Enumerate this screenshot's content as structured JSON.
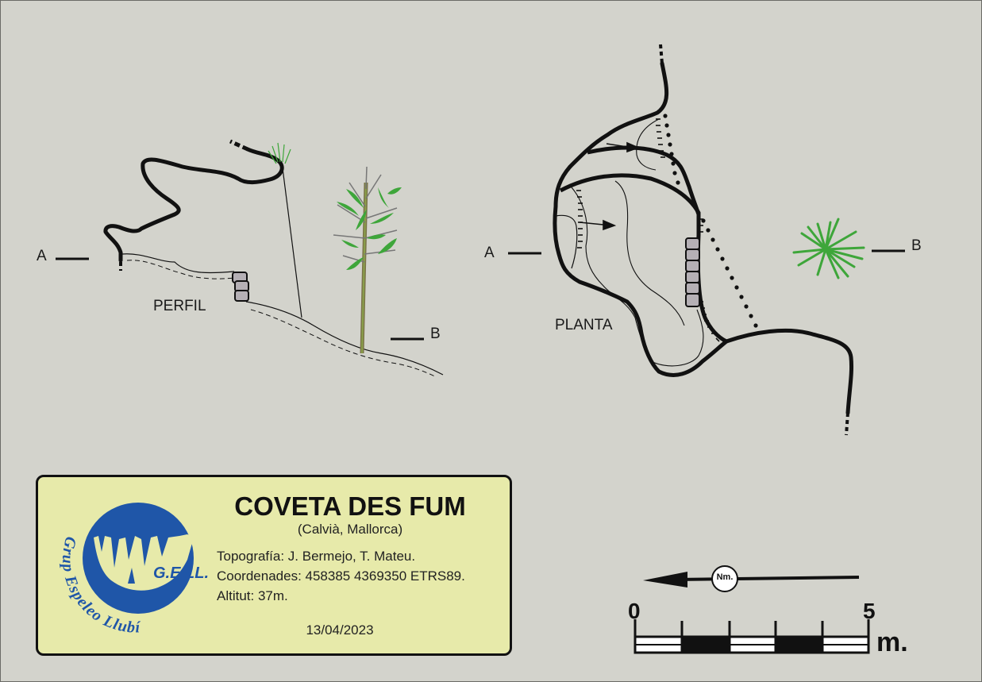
{
  "profile": {
    "label": "PERFIL",
    "section_a": "A",
    "section_b": "B"
  },
  "plan": {
    "label": "PLANTA",
    "section_a": "A",
    "section_b": "B"
  },
  "title_box": {
    "title": "COVETA DES FUM",
    "location": "(Calvià, Mallorca)",
    "topography": "Topografía: J. Bermejo, T. Mateu.",
    "coordinates": "Coordenades: 458385 4369350 ETRS89.",
    "altitude": "Altitut: 37m.",
    "date": "13/04/2023"
  },
  "logo": {
    "abbreviation": "G.E.LL.",
    "club_name": "Grup Espeleo Llubí"
  },
  "north": {
    "label": "Nm."
  },
  "scale": {
    "start": "0",
    "end": "5",
    "unit": "m."
  },
  "colors": {
    "background": "#d3d3cc",
    "title_box": "#e7eaaa",
    "logo_blue": "#1f56a8",
    "vegetation": "#3ea63a",
    "block": "#b5b0b5"
  }
}
